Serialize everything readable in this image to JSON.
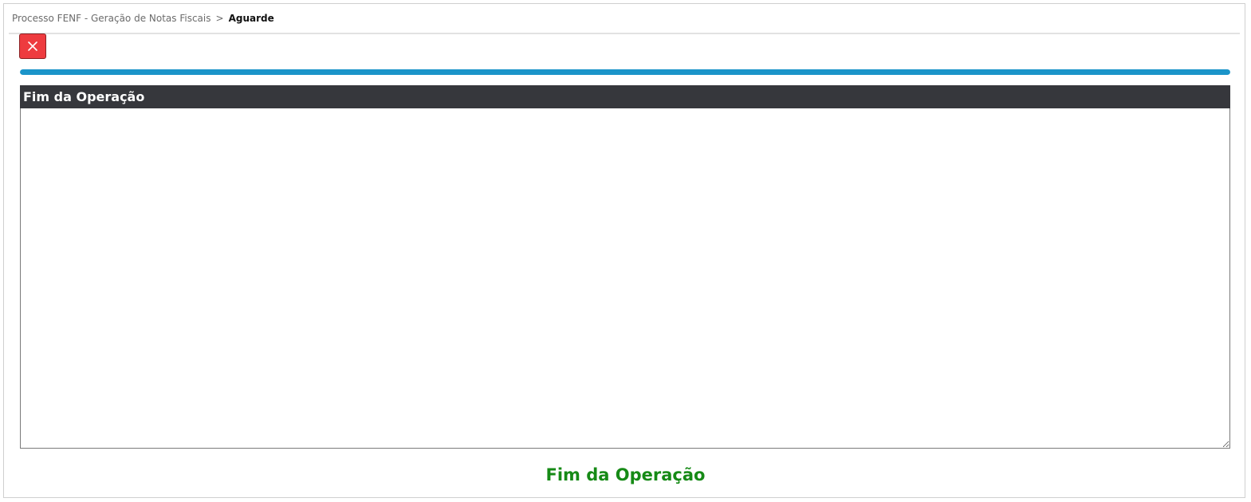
{
  "breadcrumb": {
    "parent": "Processo FENF - Geração de Notas Fiscais",
    "separator": ">",
    "current": "Aguarde"
  },
  "toolbar": {
    "close_icon": "close-icon",
    "close_color": "#ee3b3f"
  },
  "progress": {
    "value_percent": 100,
    "color": "#1b94c9"
  },
  "panel": {
    "title": "Fim da Operação",
    "log_text": ""
  },
  "status": {
    "message": "Fim da Operação",
    "color": "#168a16"
  }
}
